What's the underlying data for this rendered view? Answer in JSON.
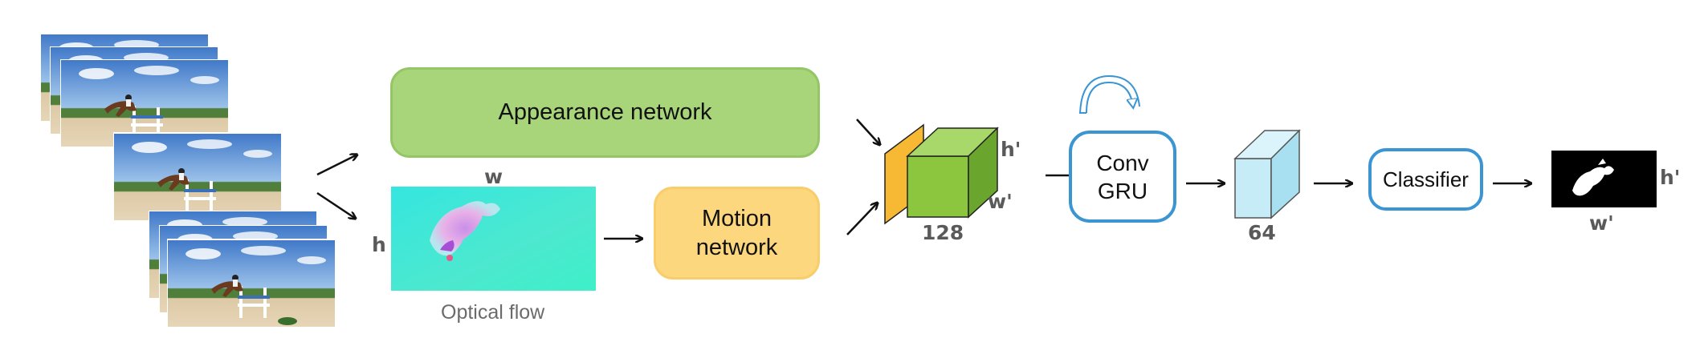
{
  "nodes": {
    "appearance": "Appearance network",
    "motion_line1": "Motion",
    "motion_line2": "network",
    "convgru_line1": "Conv",
    "convgru_line2": "GRU",
    "classifier": "Classifier"
  },
  "labels": {
    "optical_flow": "Optical flow",
    "flow_w": "w",
    "flow_h": "h",
    "feat_h": "h'",
    "feat_w": "w'",
    "feat_channels": "128",
    "gru_channels": "64",
    "out_h": "h'",
    "out_w": "w'"
  },
  "colors": {
    "appearance_fill": "#a8d47a",
    "motion_fill": "#fdd77d",
    "gru_border": "#3b95d3",
    "cube_green": "#8cc63f",
    "cube_blue": "#c5ecf7"
  }
}
